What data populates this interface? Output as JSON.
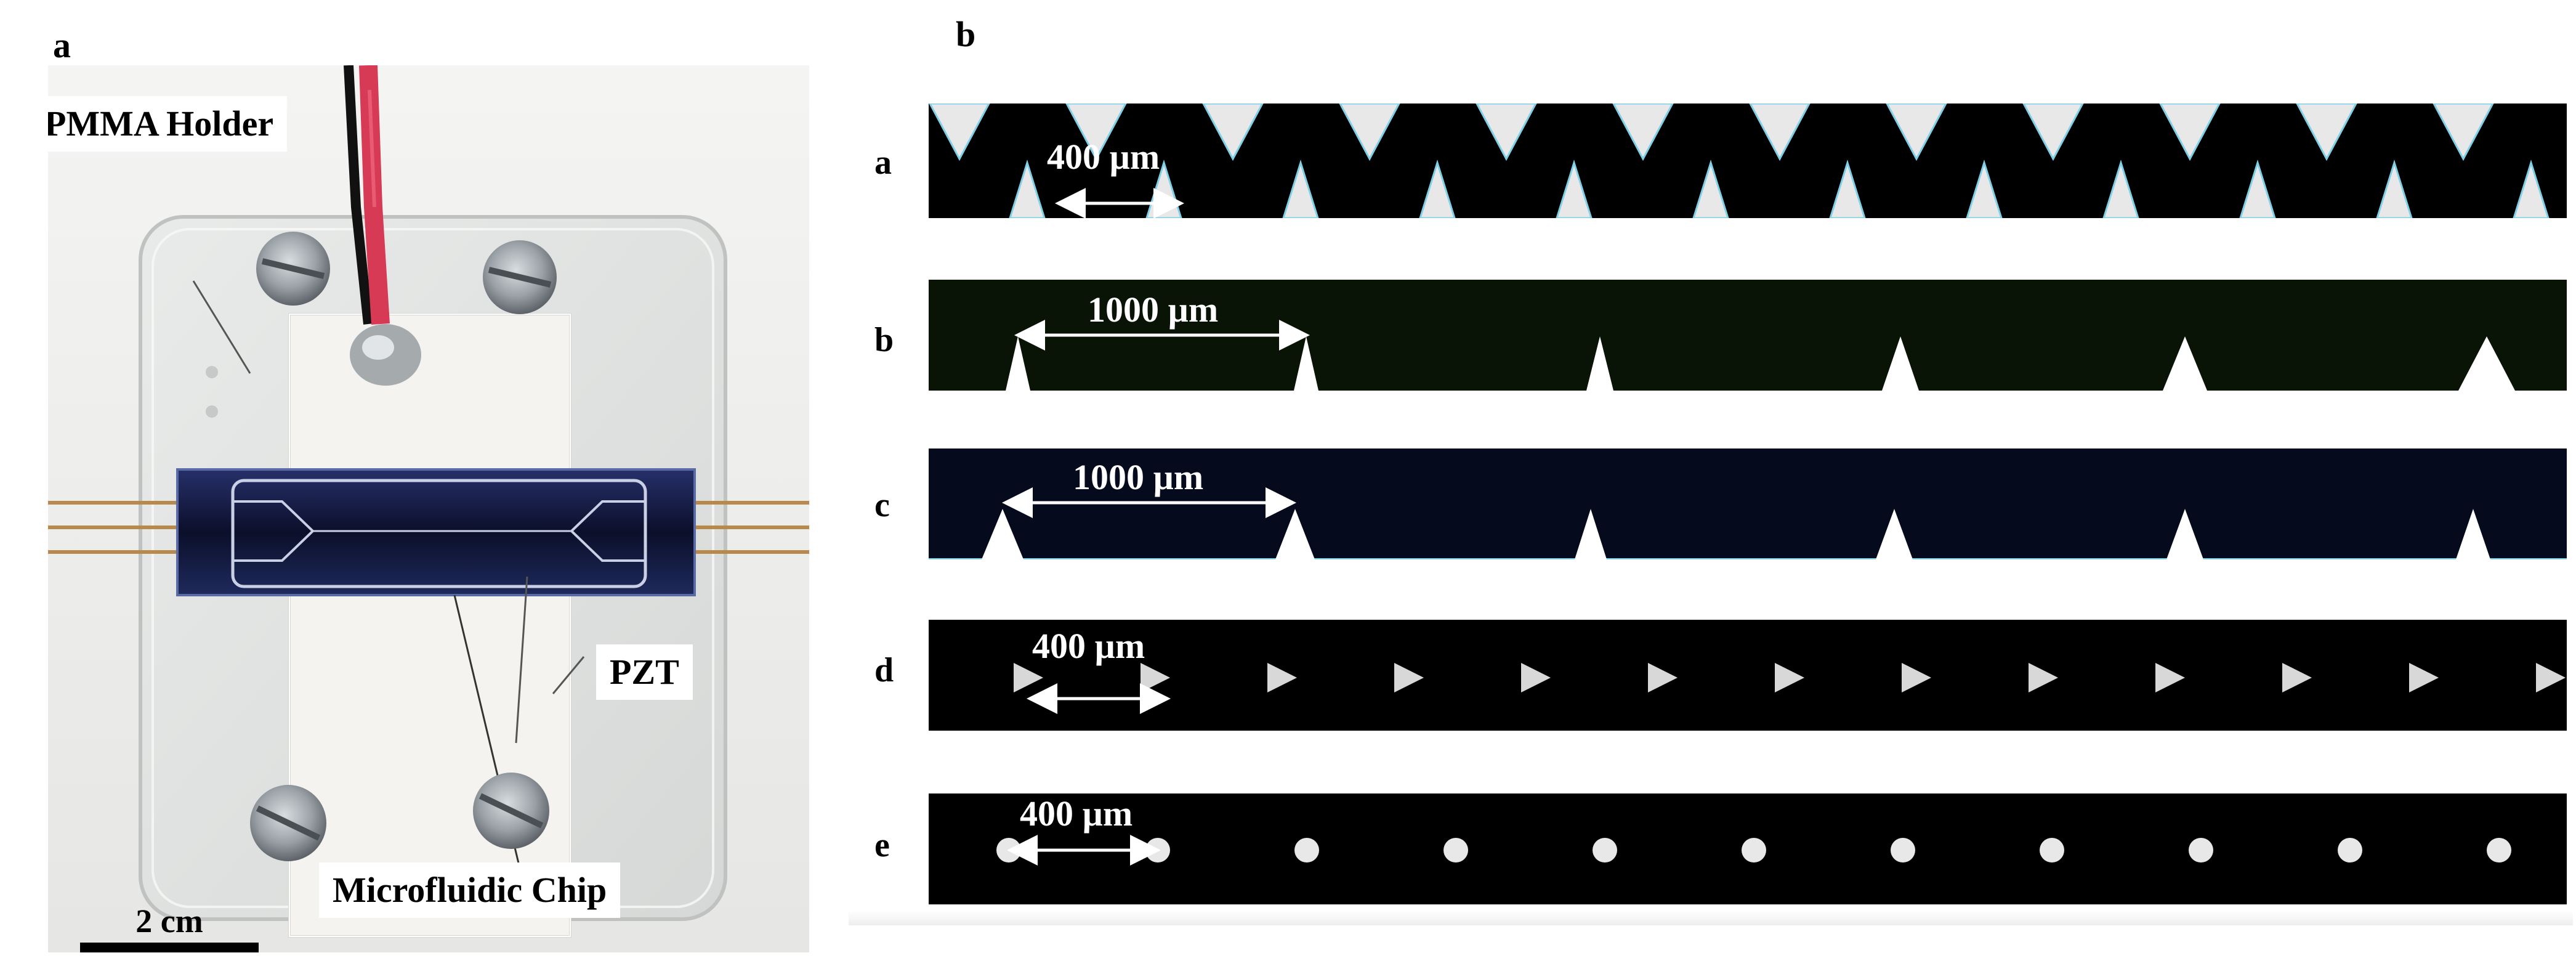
{
  "figure": {
    "panel_a_letter": "a",
    "panel_b_letter": "b"
  },
  "photo": {
    "labels": {
      "holder": "PMMA Holder",
      "pzt": "PZT",
      "chip": "Microfluidic Chip",
      "scale": "2 cm"
    }
  },
  "channels": [
    {
      "letter": "a",
      "dim": "400 µm",
      "structure": "triangular sharp edges, top and bottom walls, staggered",
      "fill": "#000000"
    },
    {
      "letter": "b",
      "dim": "1000 µm",
      "structure": "sharp edges on bottom wall",
      "fill": "#0a1406"
    },
    {
      "letter": "c",
      "dim": "1000 µm",
      "structure": "sharp edges on bottom wall",
      "fill": "#050a1c"
    },
    {
      "letter": "d",
      "dim": "400 µm",
      "structure": "triangular pillars",
      "fill": "#000000"
    },
    {
      "letter": "e",
      "dim": "400 µm",
      "structure": "circular pillars",
      "fill": "#000000"
    }
  ],
  "colors": {
    "channel_edge": "#7fd0e6",
    "structure_fill": "#e8e8e8"
  }
}
